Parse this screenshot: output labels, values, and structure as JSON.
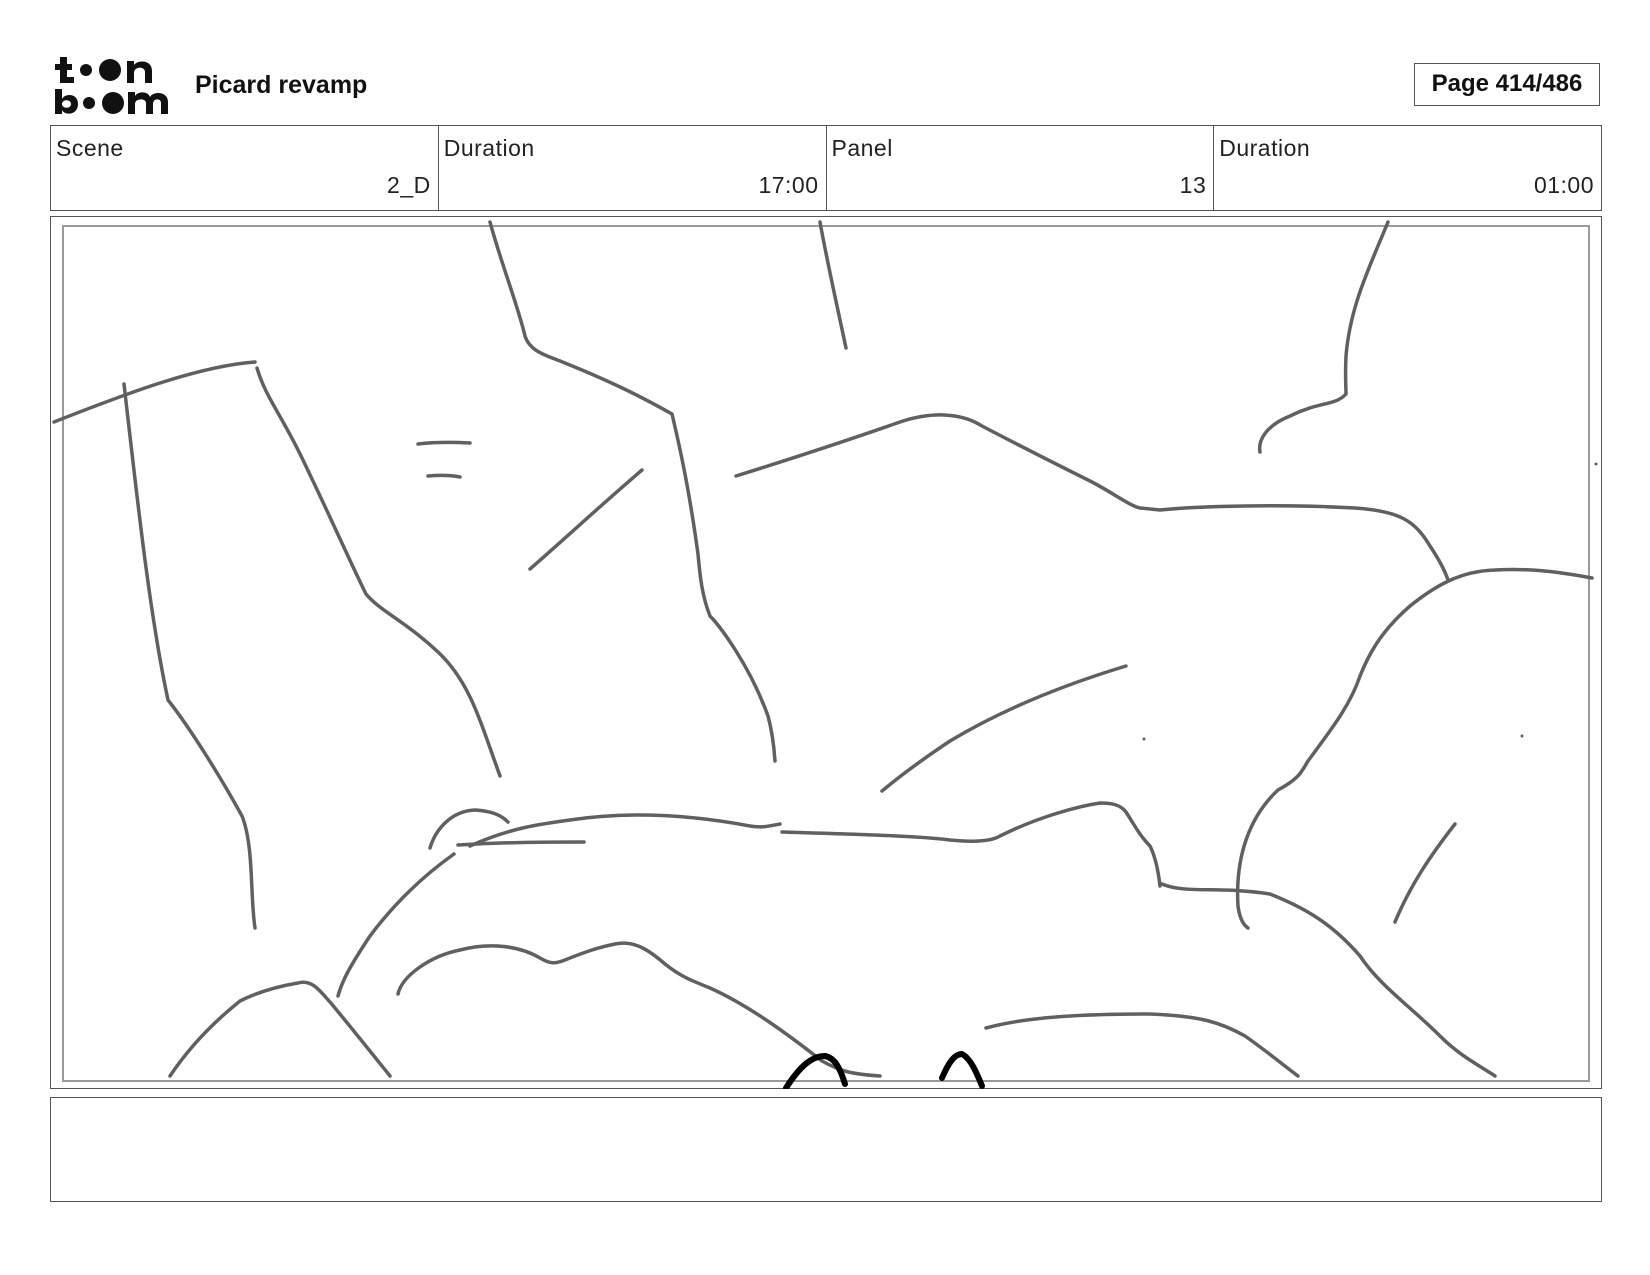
{
  "header": {
    "logo_text": "toon boom",
    "project_title": "Picard revamp",
    "page_indicator": "Page 414/486"
  },
  "info": {
    "scene_label": "Scene",
    "scene_value": "2_D",
    "scene_duration_label": "Duration",
    "scene_duration_value": "17:00",
    "panel_label": "Panel",
    "panel_value": "13",
    "panel_duration_label": "Duration",
    "panel_duration_value": "01:00"
  },
  "notes": {
    "text": ""
  }
}
